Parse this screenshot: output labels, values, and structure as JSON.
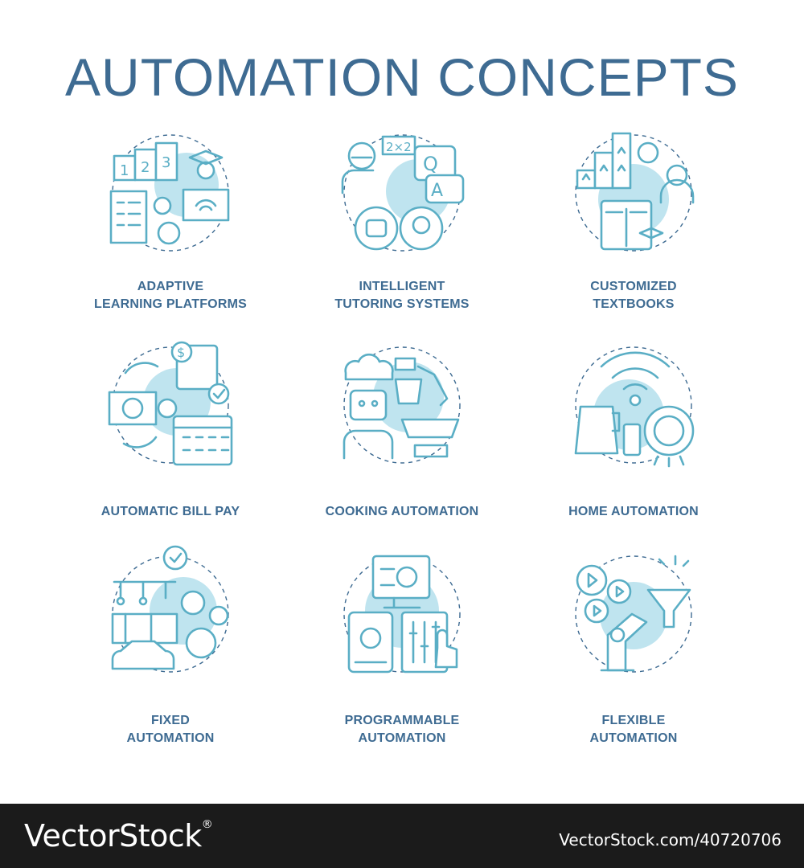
{
  "title": "AUTOMATION CONCEPTS",
  "colors": {
    "text": "#3e6b92",
    "icon_stroke": "#5aaec5",
    "icon_fill": "#bfe4ef",
    "footer_bg": "#1b1b1b"
  },
  "concepts": [
    {
      "line1": "ADAPTIVE",
      "line2": "LEARNING PLATFORMS",
      "icon": "adaptive-learning-icon"
    },
    {
      "line1": "INTELLIGENT",
      "line2": "TUTORING SYSTEMS",
      "icon": "tutoring-robot-icon"
    },
    {
      "line1": "CUSTOMIZED",
      "line2": "TEXTBOOKS",
      "icon": "textbook-icon"
    },
    {
      "line1": "AUTOMATIC BILL PAY",
      "line2": "",
      "icon": "bill-pay-icon"
    },
    {
      "line1": "COOKING AUTOMATION",
      "line2": "",
      "icon": "cooking-robot-icon"
    },
    {
      "line1": "HOME AUTOMATION",
      "line2": "",
      "icon": "smart-home-icon"
    },
    {
      "line1": "FIXED",
      "line2": "AUTOMATION",
      "icon": "assembly-line-icon"
    },
    {
      "line1": "PROGRAMMABLE",
      "line2": "AUTOMATION",
      "icon": "programmable-panel-icon"
    },
    {
      "line1": "FLEXIBLE",
      "line2": "AUTOMATION",
      "icon": "robot-arm-funnel-icon"
    }
  ],
  "icon_text": {
    "steps": [
      "1",
      "2",
      "3"
    ],
    "formula": "2×2",
    "q": "Q",
    "a": "A",
    "dollar": "$"
  },
  "footer": {
    "logo": "VectorStock",
    "registered": "®",
    "id": "VectorStock.com/40720706"
  }
}
